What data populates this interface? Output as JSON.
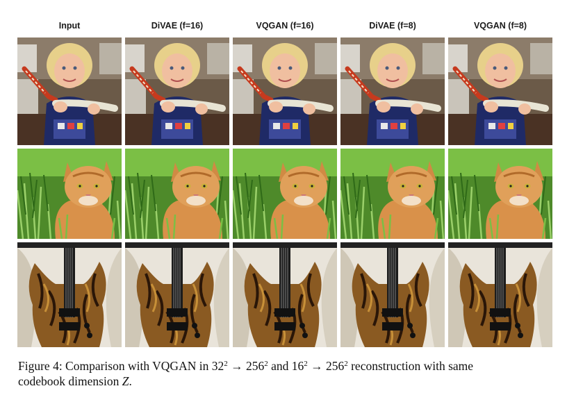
{
  "columns": [
    {
      "title": "Input"
    },
    {
      "title": "DiVAE (f=16)"
    },
    {
      "title": "VQGAN (f=16)"
    },
    {
      "title": "DiVAE (f=8)"
    },
    {
      "title": "VQGAN (f=8)"
    }
  ],
  "rows": [
    "child-holding-crab-leg-photo",
    "orange-cat-in-grass-photo",
    "wooden-electric-guitar-photo"
  ],
  "caption": {
    "prefix": "Figure 4: Comparison with VQGAN in 32",
    "sup1": "2",
    "arrow1": " → 256",
    "sup2": "2",
    "mid": " and 16",
    "sup3": "2",
    "arrow2": " → 256",
    "sup4": "2",
    "suffix": " reconstruction with same",
    "line2_prefix": "codebook dimension ",
    "line2_var": "Z",
    "line2_end": "."
  }
}
